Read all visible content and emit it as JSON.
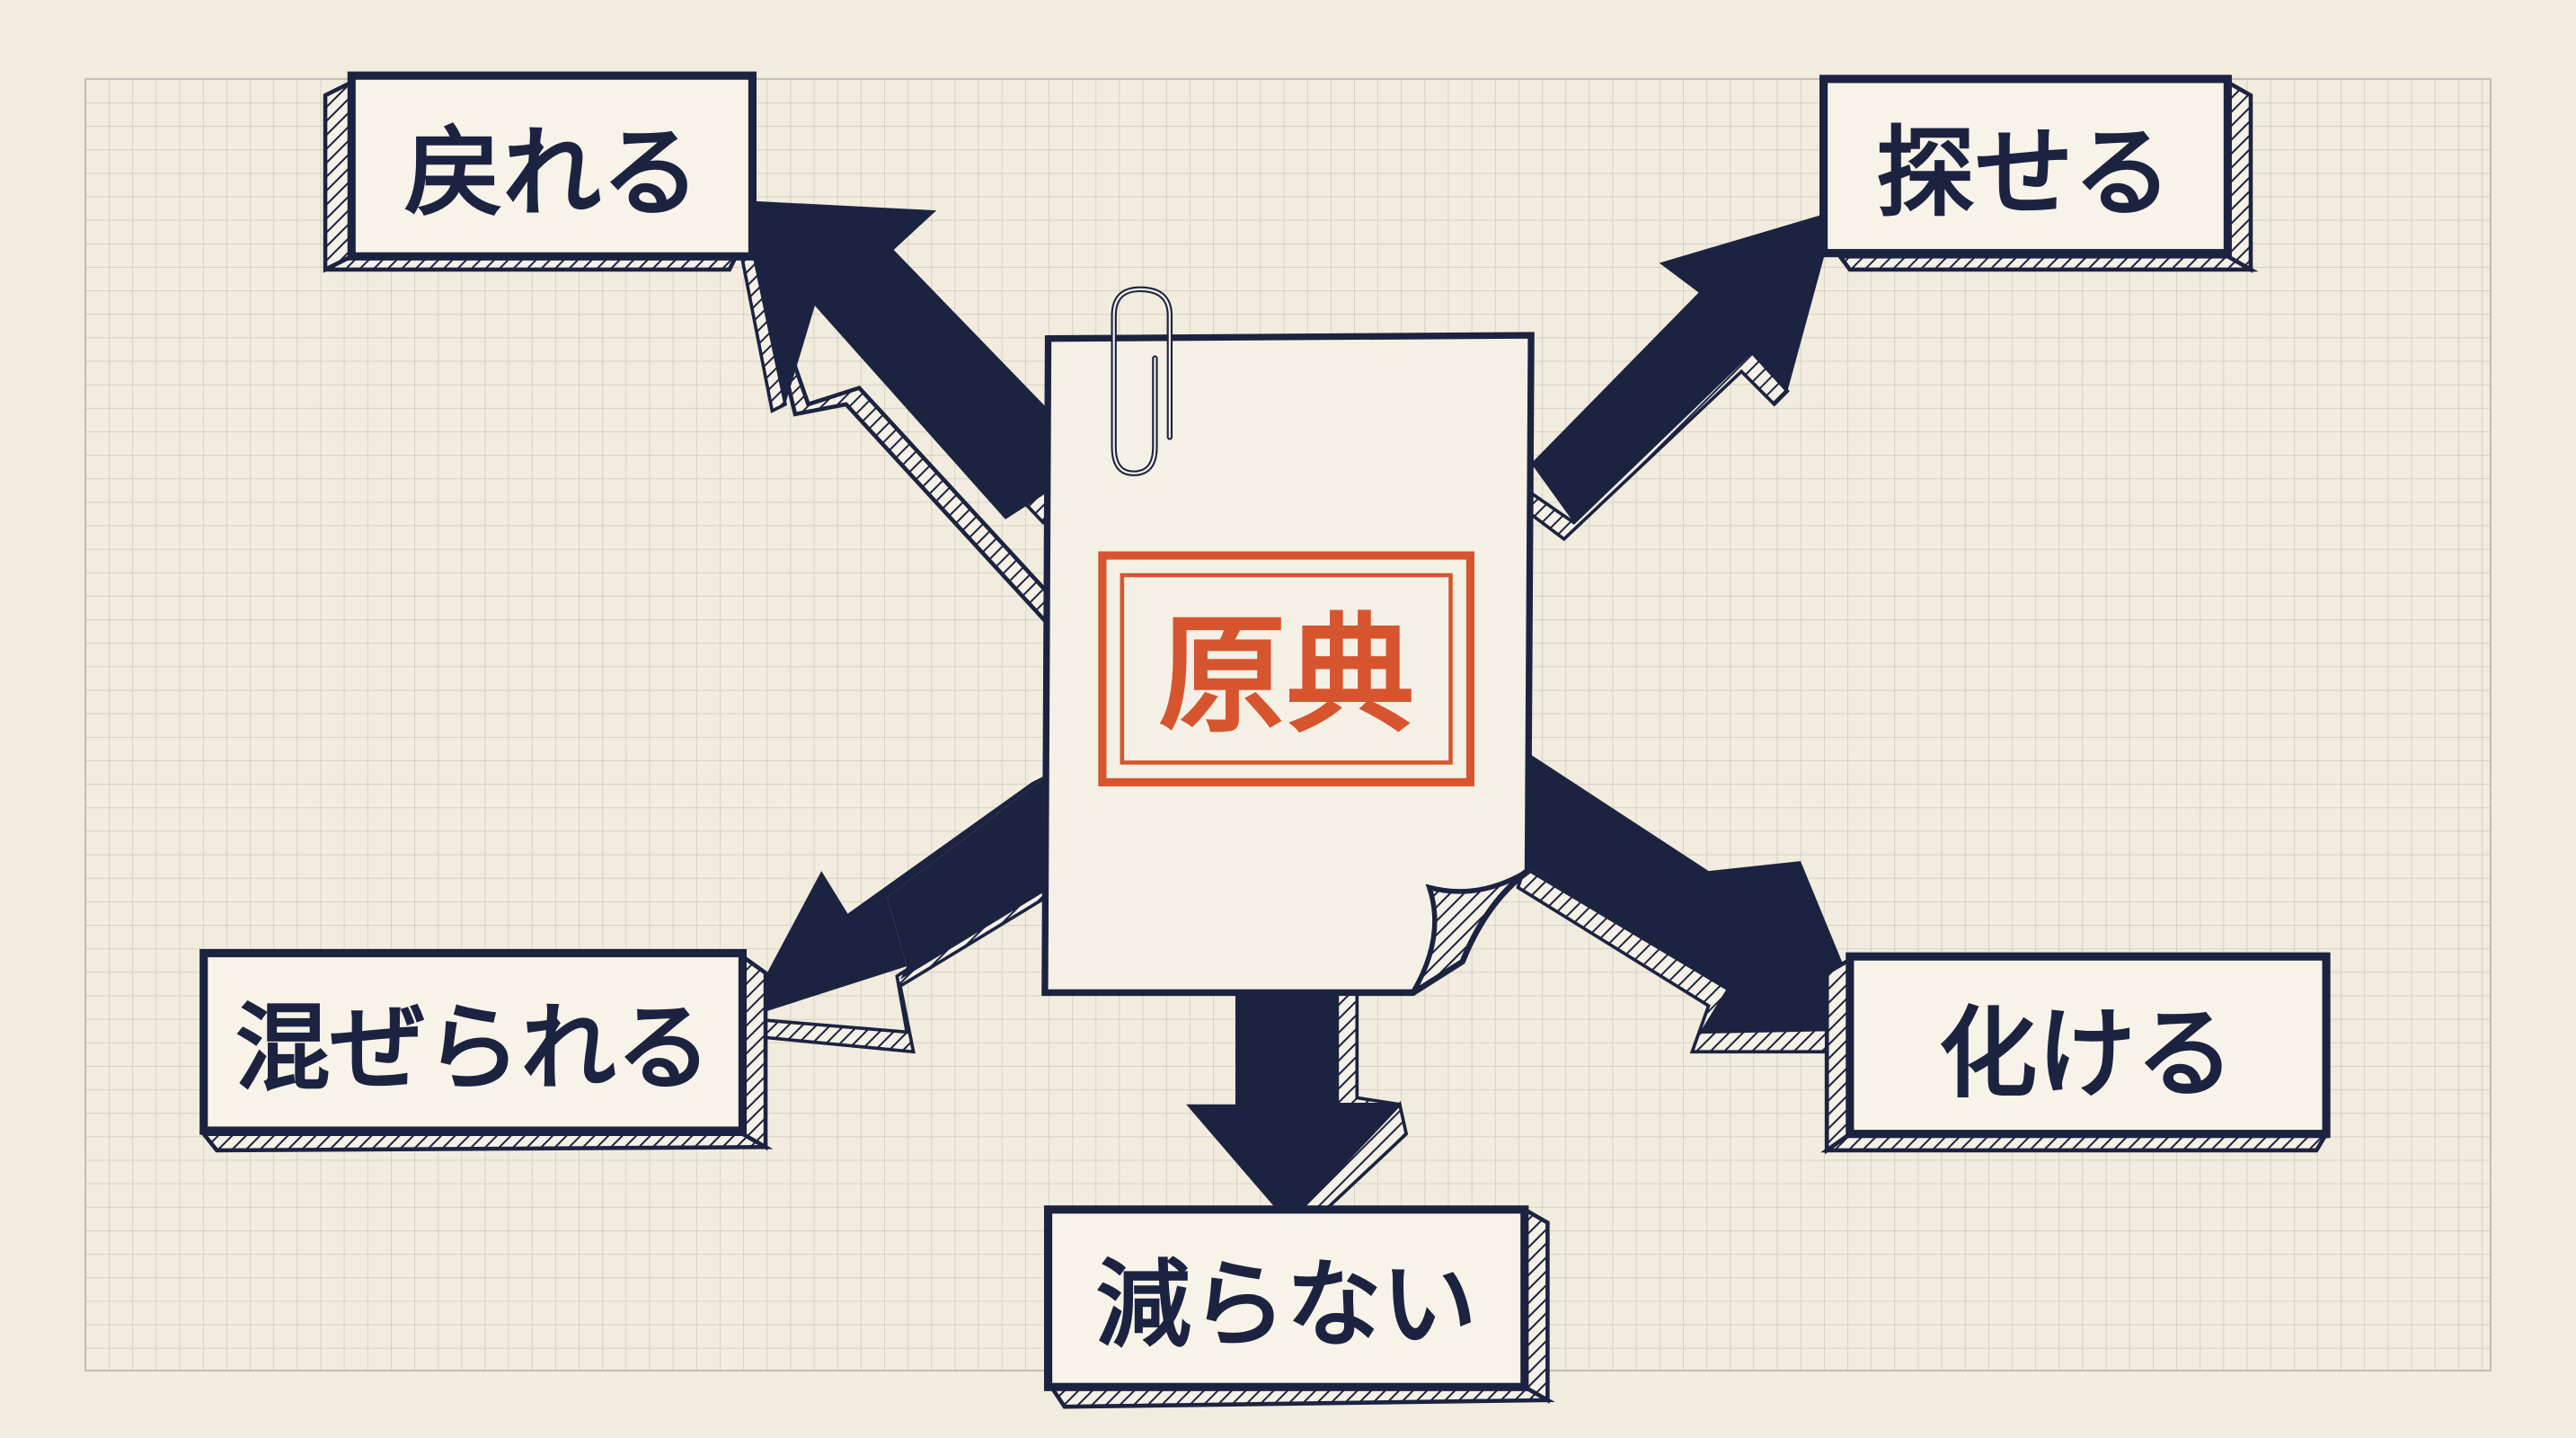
{
  "diagram": {
    "center_label": "原典",
    "outcomes": [
      {
        "id": "top-left",
        "label": "戻れる"
      },
      {
        "id": "top-right",
        "label": "探せる"
      },
      {
        "id": "mid-left",
        "label": "混ぜられる"
      },
      {
        "id": "mid-right",
        "label": "化ける"
      },
      {
        "id": "bottom",
        "label": "減らない"
      }
    ]
  },
  "colors": {
    "paper": "#f1ecdd",
    "grid": "#c9c7c0",
    "ink": "#1c2341",
    "stamp": "#d6552f",
    "box_fill": "#f7f3e8"
  },
  "icons": {
    "attachment": "paperclip-icon"
  }
}
